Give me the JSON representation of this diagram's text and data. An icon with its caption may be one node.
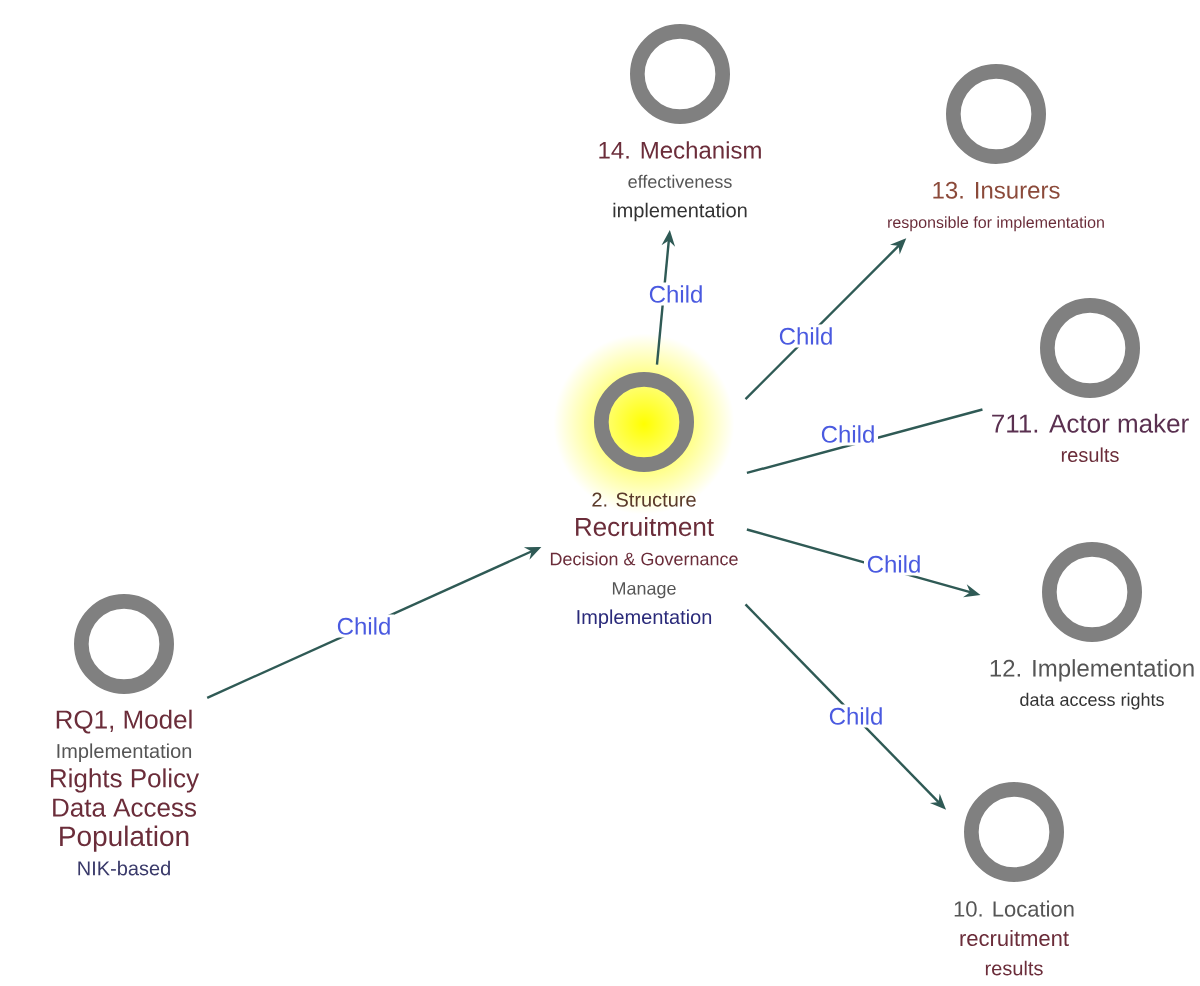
{
  "diagram": {
    "nodes": [
      {
        "text": [
          "RQ1, Model",
          "Implementation",
          "Rights Policy",
          "Data Access",
          "Population",
          "NIK-based"
        ]
      },
      {
        "text": [
          "2. Structure",
          "Recruitment",
          "Decision & Governance",
          "Manage",
          "Implementation"
        ]
      },
      {
        "text": [
          "14. Mechanism",
          "effectiveness",
          "implementation"
        ]
      },
      {
        "text": [
          "13. Insurers",
          "responsible for implementation"
        ]
      },
      {
        "text": [
          "711. Actor maker",
          "results"
        ]
      },
      {
        "text": [
          "12. Implementation",
          "data access rights"
        ]
      },
      {
        "text": [
          "10. Location",
          "recruitment",
          "results"
        ]
      }
    ],
    "edges": [
      {
        "from": 0,
        "to": 1,
        "arrow": "to",
        "label": "Child"
      },
      {
        "from": 1,
        "to": 2,
        "arrow": "to",
        "label": "Child"
      },
      {
        "from": 1,
        "to": 3,
        "arrow": "to",
        "label": "Child"
      },
      {
        "from": 1,
        "to": 4,
        "arrow": "none",
        "label": "Child"
      },
      {
        "from": 1,
        "to": 5,
        "arrow": "to",
        "label": "Child"
      },
      {
        "from": 1,
        "to": 6,
        "arrow": "to",
        "label": "Child"
      }
    ]
  }
}
